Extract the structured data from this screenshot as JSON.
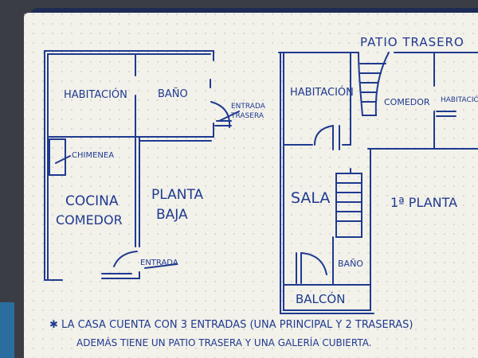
{
  "plans": {
    "ground_floor": {
      "rooms": {
        "bedroom": "HABITACIÓN",
        "bathroom": "BAÑO",
        "fireplace": "CHIMENEA",
        "kitchen_line1": "COCINA",
        "kitchen_line2": "COMEDOR",
        "floor_line1": "PLANTA",
        "floor_line2": "BAJA"
      },
      "notes": {
        "back_entry_line1": "ENTRADA",
        "back_entry_line2": "TRASERA",
        "front_entry": "ENTRADA"
      }
    },
    "first_floor": {
      "rooms": {
        "patio": "PATIO TRASERO",
        "bedroom": "HABITACIÓN",
        "dining": "COMEDOR",
        "bedroom_small": "HABITACIÓN",
        "living": "SALA",
        "floor_label": "1ª PLANTA",
        "bathroom": "BAÑO",
        "balcony": "BALCÓN"
      }
    }
  },
  "footnote": {
    "line1": "✱ LA CASA CUENTA CON 3 ENTRADAS (UNA PRINCIPAL Y 2 TRASERAS)",
    "line2": "ADEMÁS TIENE UN PATIO TRASERA Y UNA GALERÍA CUBIERTA."
  },
  "colors": {
    "ink": "#1f3a8f",
    "paper": "#f2f1ea",
    "dots": "#c9c8c0",
    "background": "#3a3d44"
  }
}
